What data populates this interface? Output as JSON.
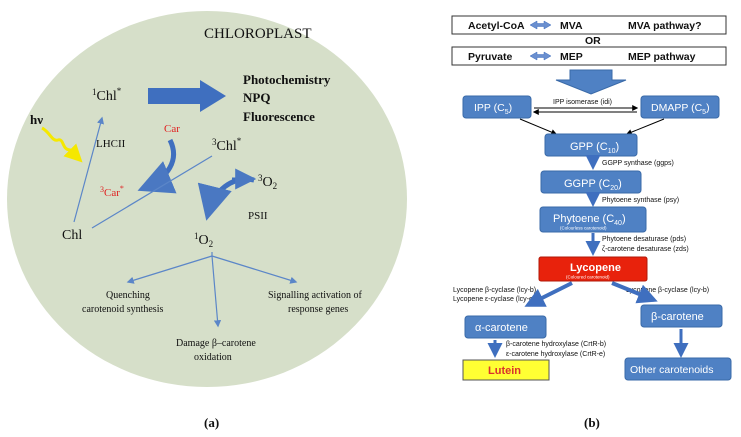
{
  "panel_a": {
    "title": "CHLOROPLAST",
    "photon": "hν",
    "lhcii": "LHCII",
    "chl_singlet_base": "Chl",
    "chl_singlet_sup": "*",
    "chl_singlet_pre": "1",
    "chl_triplet_pre": "3",
    "chl_triplet_base": "Chl",
    "chl_triplet_sup": "*",
    "car": "Car",
    "car_triplet_pre": "3",
    "car_triplet_base": "Car",
    "car_triplet_sup": "*",
    "outcomes": [
      "Photochemistry",
      "NPQ",
      "Fluorescence"
    ],
    "chl": "Chl",
    "o2_triplet_pre": "3",
    "o2_triplet_base": "O",
    "o2_triplet_sub": "2",
    "psii": "PSII",
    "o2_singlet_pre": "1",
    "o2_singlet_base": "O",
    "o2_singlet_sub": "2",
    "effect_left_1": "Quenching",
    "effect_left_2": "carotenoid synthesis",
    "effect_mid_1": "Damage β–carotene",
    "effect_mid_2": "oxidation",
    "effect_right_1": "Signalling activation of",
    "effect_right_2": "response genes",
    "label": "(a)"
  },
  "panel_b": {
    "row1_left": "Acetyl-CoA",
    "row1_mid": "MVA",
    "row1_right": "MVA pathway?",
    "or": "OR",
    "row2_left": "Pyruvate",
    "row2_mid": "MEP",
    "row2_right": "MEP pathway",
    "ipp_base": "IPP (C",
    "ipp_sub": "5",
    "ipp_close": ")",
    "isomerase": "IPP isomerase (idi)",
    "dmapp_base": "DMAPP (C",
    "dmapp_sub": "5",
    "dmapp_close": ")",
    "gpp_base": "GPP (C",
    "gpp_sub": "10",
    "gpp_close": ")",
    "ggps": "GGPP synthase (ggps)",
    "ggpp_base": "GGPP (C",
    "ggpp_sub": "20",
    "ggpp_close": ")",
    "psy": "Phytoene synthase (psy)",
    "phytoene_base": "Phytoene (C",
    "phytoene_sub": "40",
    "phytoene_close": ")",
    "phytoene_note": "(Colourless carotenoid)",
    "pds": "Phytoene desaturase (pds)",
    "zds": "ζ-carotene desaturase (zds)",
    "lycopene": "Lycopene",
    "lycopene_note": "(Coloured carotenoid)",
    "lcyb_left": "Lycopene β-cyclase (lcy-b)",
    "lcye_left": "Lycopene ε-cyclase (lcy-e)",
    "lcyb_right": "Lycopene β-cyclase (lcy-b)",
    "alpha": "α-carotene",
    "beta": "β-carotene",
    "crtrb": "β-carotene hydroxylase (CrtR-b)",
    "crtre": "ε-carotene hydroxylase (CrtR-e)",
    "lutein": "Lutein",
    "other": "Other carotenoids",
    "label": "(b)"
  },
  "colors": {
    "circle_fill": "#d6dfc9",
    "blue_arrow": "#3f6fbf",
    "box_blue": "#4f81c4",
    "box_border": "#3a6aa8",
    "red_box": "#e8220c",
    "yellow_box": "#ffff33",
    "car_red": "#e02020",
    "yellow_wave": "#f5e800"
  }
}
